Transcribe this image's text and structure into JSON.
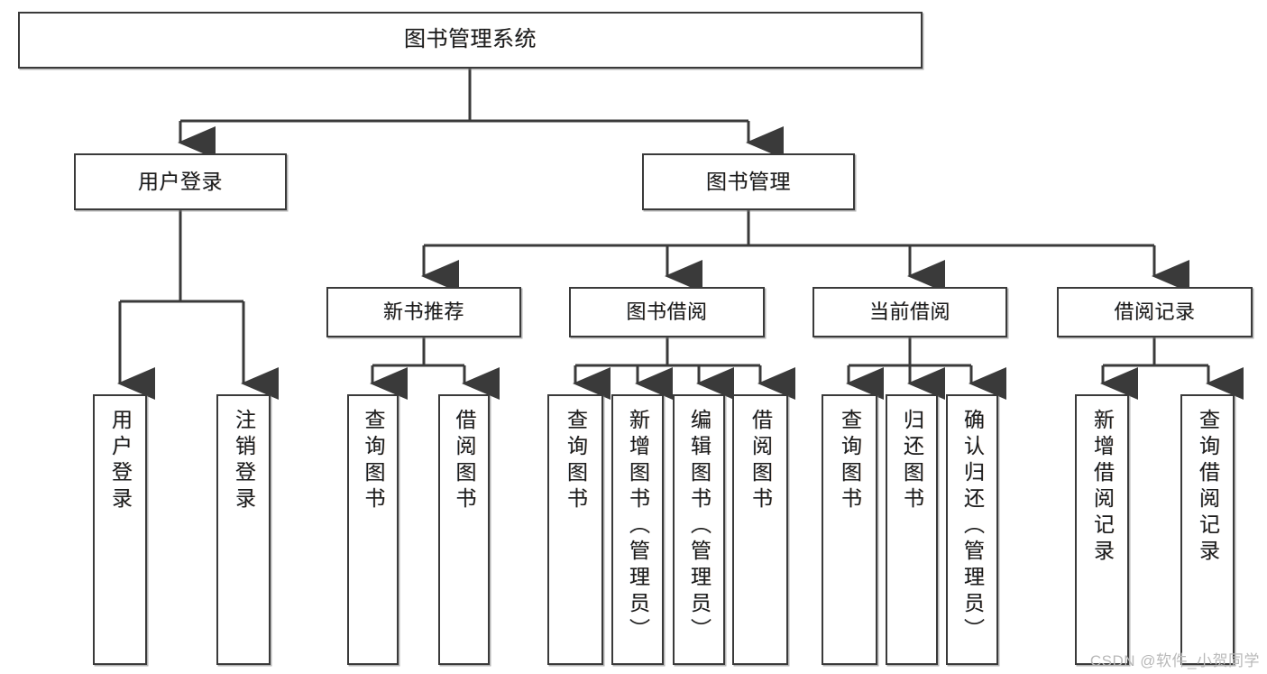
{
  "diagram": {
    "type": "tree",
    "title": "图书管理系统",
    "root": {
      "id": "root",
      "label": "图书管理系统"
    },
    "level2": [
      {
        "id": "login",
        "label": "用户登录"
      },
      {
        "id": "books",
        "label": "图书管理"
      }
    ],
    "level3": [
      {
        "id": "newrec",
        "label": "新书推荐",
        "parent": "books"
      },
      {
        "id": "borrow",
        "label": "图书借阅",
        "parent": "books"
      },
      {
        "id": "current",
        "label": "当前借阅",
        "parent": "books"
      },
      {
        "id": "history",
        "label": "借阅记录",
        "parent": "books"
      }
    ],
    "leaves": [
      {
        "id": "l1",
        "label": "用户登录",
        "parent": "login"
      },
      {
        "id": "l2",
        "label": "注销登录",
        "parent": "login"
      },
      {
        "id": "l3",
        "label": "查询图书",
        "parent": "newrec"
      },
      {
        "id": "l4",
        "label": "借阅图书",
        "parent": "newrec"
      },
      {
        "id": "l5",
        "label": "查询图书",
        "parent": "borrow"
      },
      {
        "id": "l6",
        "label": "新增图书（管理员）",
        "parent": "borrow"
      },
      {
        "id": "l7",
        "label": "编辑图书（管理员）",
        "parent": "borrow"
      },
      {
        "id": "l8",
        "label": "借阅图书",
        "parent": "borrow"
      },
      {
        "id": "l9",
        "label": "查询图书",
        "parent": "current"
      },
      {
        "id": "l10",
        "label": "归还图书",
        "parent": "current"
      },
      {
        "id": "l11",
        "label": "确认归还（管理员）",
        "parent": "current"
      },
      {
        "id": "l12",
        "label": "新增借阅记录",
        "parent": "history"
      },
      {
        "id": "l13",
        "label": "查询借阅记录",
        "parent": "history"
      }
    ]
  },
  "watermark": {
    "text": "CSDN @软件_小贺同学"
  },
  "colors": {
    "border": "#3a3a3a",
    "background": "#ffffff",
    "text": "#1c1c1c",
    "connector": "#3a3a3a",
    "watermark": "#b9b9b9"
  }
}
